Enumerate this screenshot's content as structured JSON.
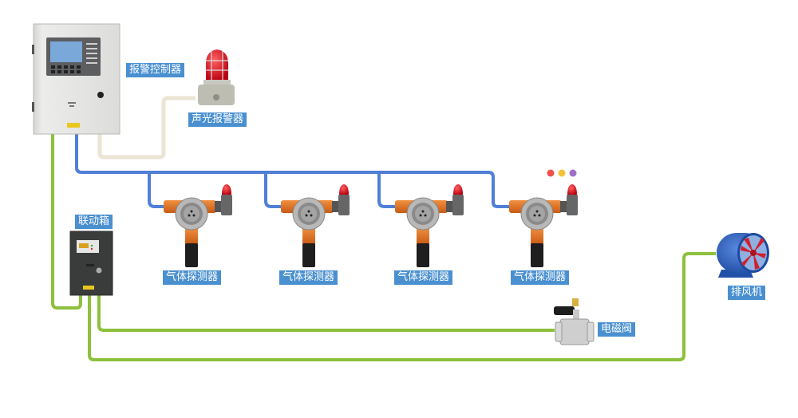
{
  "title": "气体报警系统连接示意图",
  "colors": {
    "signal_bus": "#4f7fd6",
    "linkage_line": "#8dc03c",
    "alarm_cable": "#ece4d4",
    "label_bg": "#4a90d0",
    "detector_body": "#e07a25"
  },
  "devices": {
    "controller": {
      "label": "报警控制器",
      "icon": "alarm-controller-cabinet"
    },
    "siren": {
      "label": "声光报警器",
      "icon": "strobe-siren"
    },
    "linkage_box": {
      "label": "联动箱",
      "icon": "linkage-control-box"
    },
    "detectors": [
      {
        "label": "气体探测器",
        "icon": "gas-detector"
      },
      {
        "label": "气体探测器",
        "icon": "gas-detector"
      },
      {
        "label": "气体探测器",
        "icon": "gas-detector"
      },
      {
        "label": "气体探测器",
        "icon": "gas-detector"
      }
    ],
    "valve": {
      "label": "电磁阀",
      "icon": "solenoid-valve"
    },
    "fan": {
      "label": "排风机",
      "icon": "exhaust-fan"
    }
  },
  "indicator_dots": [
    "#f0504a",
    "#f5c23a",
    "#a070c8"
  ]
}
